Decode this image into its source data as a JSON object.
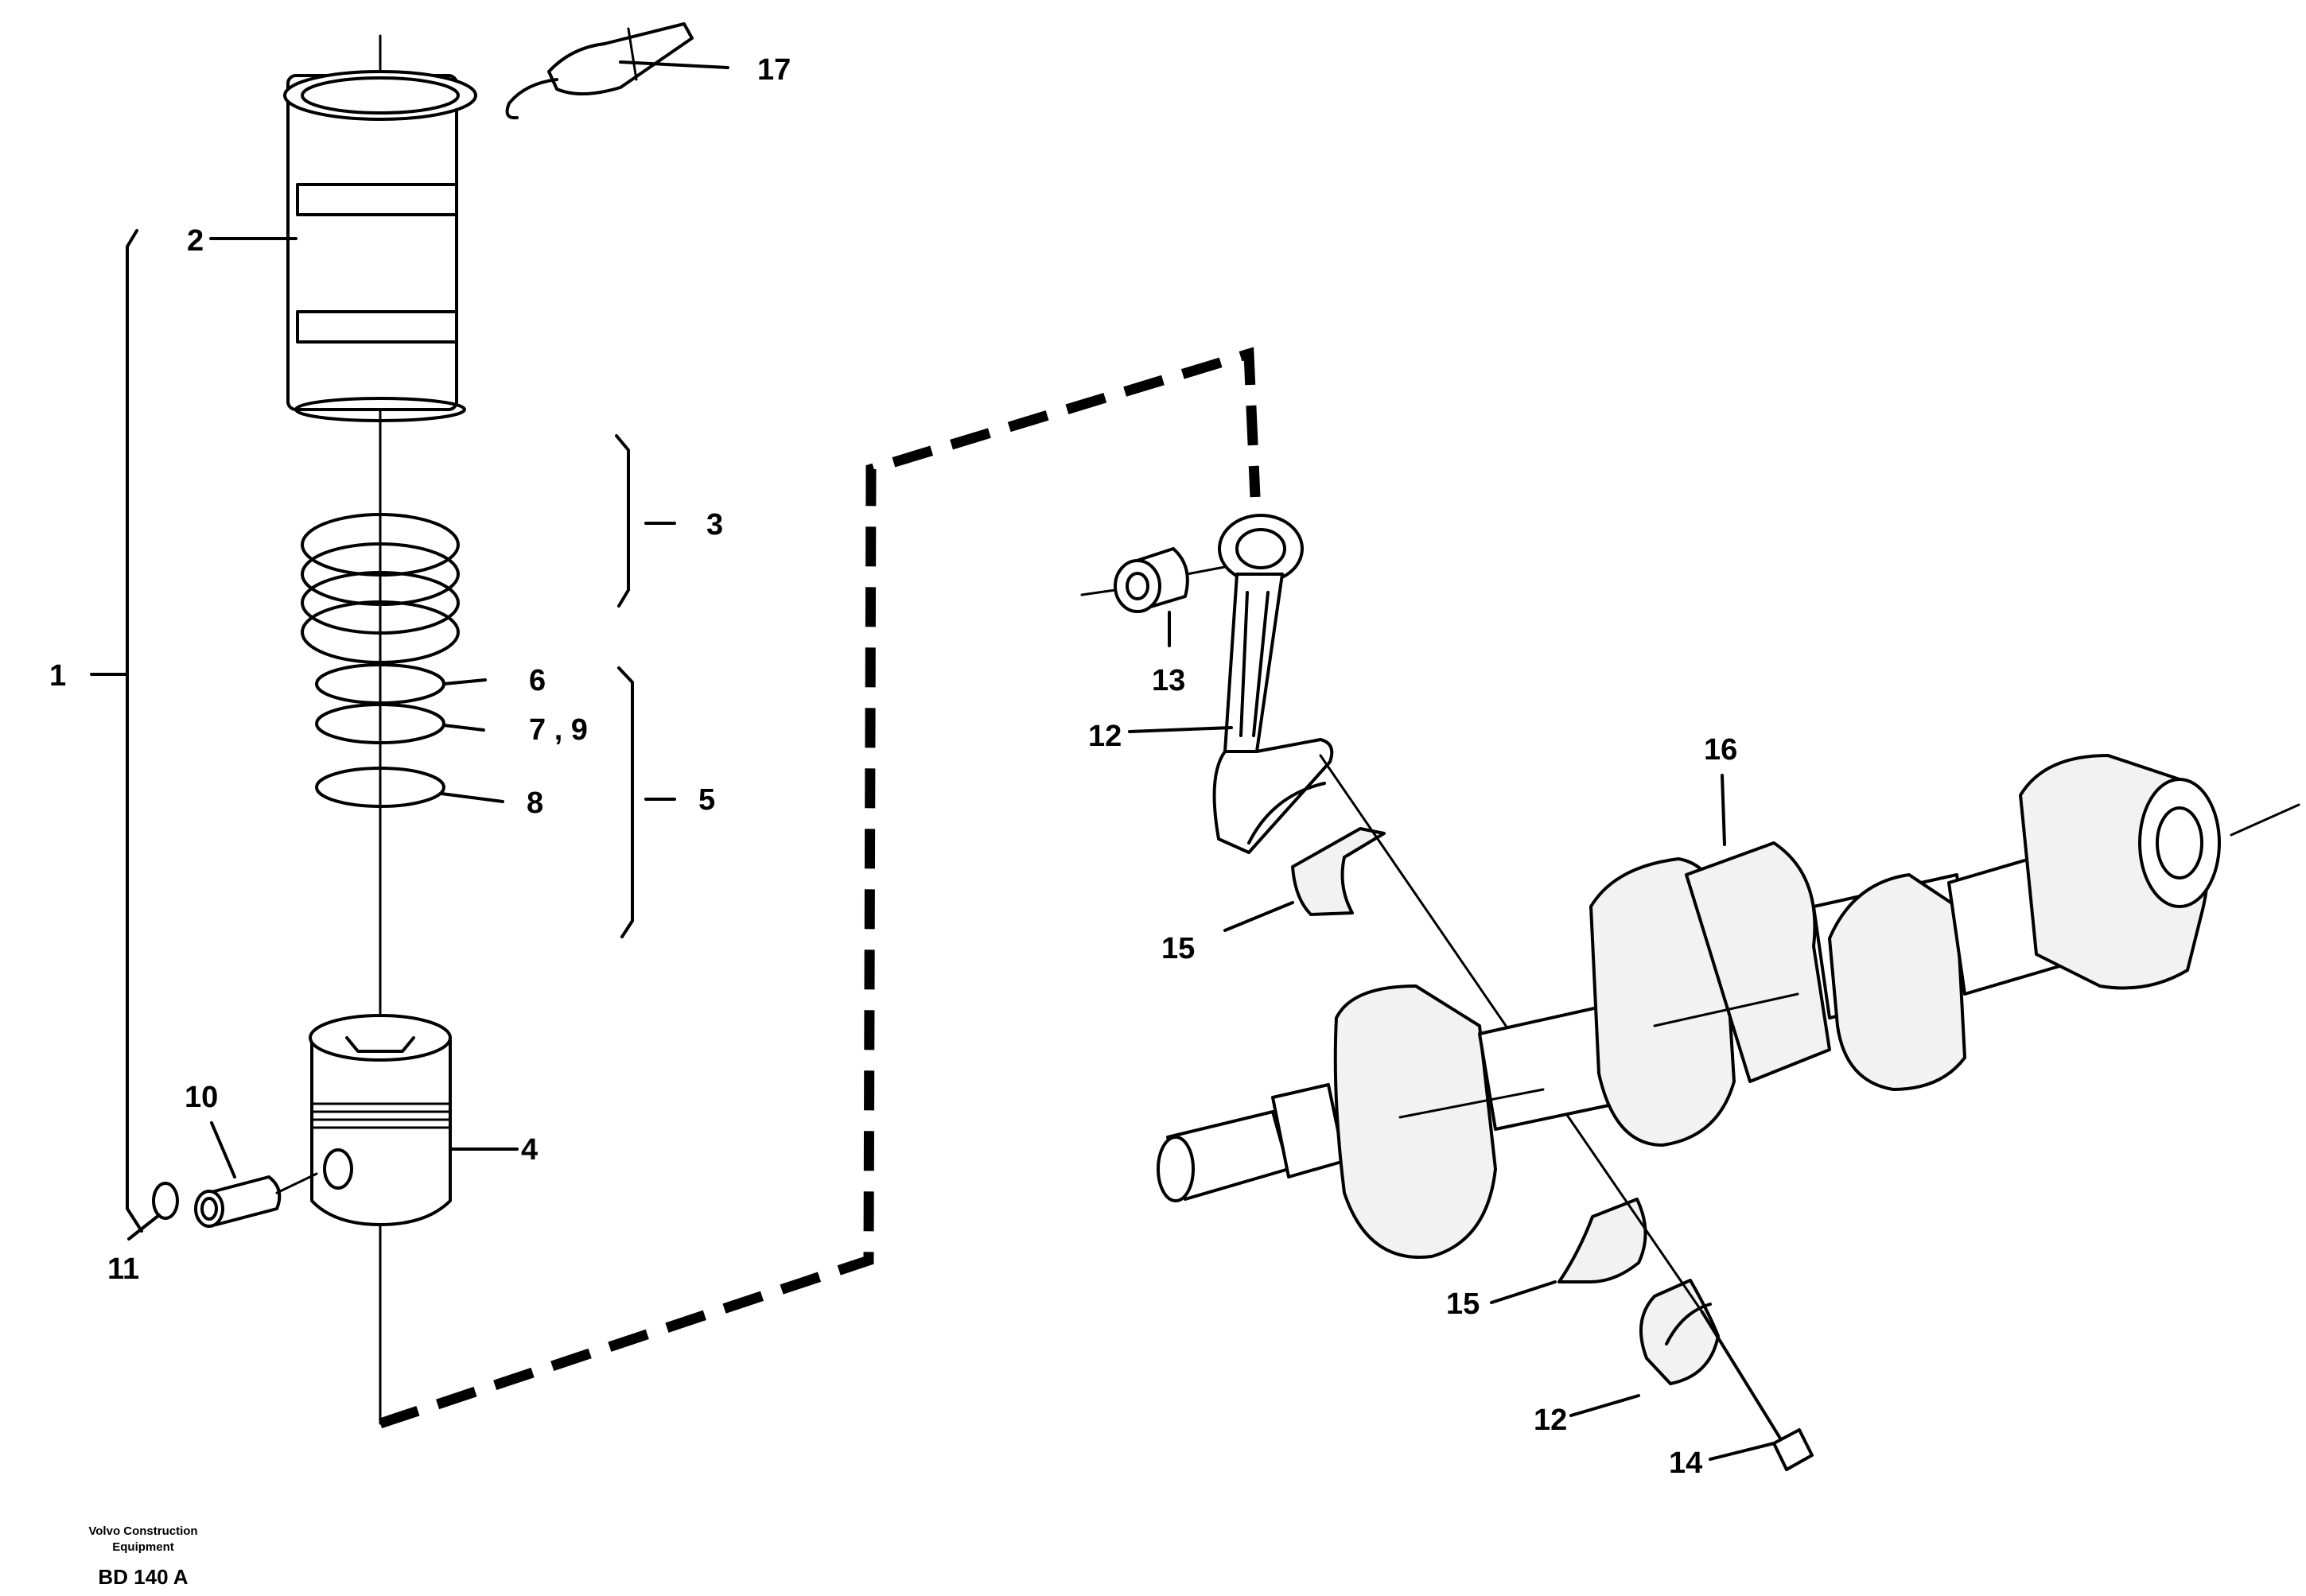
{
  "callouts": {
    "c1": "1",
    "c2": "2",
    "c3": "3",
    "c4": "4",
    "c5": "5",
    "c6": "6",
    "c7_9": "7 , 9",
    "c8": "8",
    "c10": "10",
    "c11": "11",
    "c12_top": "12",
    "c12_bottom": "12",
    "c13": "13",
    "c14": "14",
    "c15_top": "15",
    "c15_bottom": "15",
    "c16": "16",
    "c17": "17"
  },
  "footer": {
    "maker_line1": "Volvo Construction",
    "maker_line2": "Equipment",
    "code": "BD 140 A"
  }
}
